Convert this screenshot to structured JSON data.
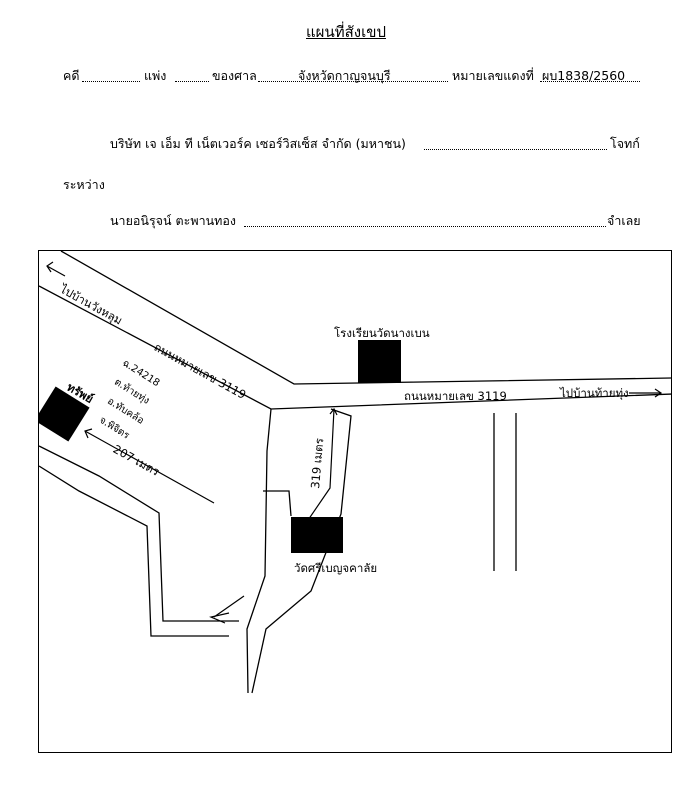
{
  "document": {
    "title": "แผนที่สังเขป",
    "case_line": {
      "case_label": "คดี",
      "civil_label": "แพ่ง",
      "court_label": "ของศาล",
      "court_value": "จังหวัดกาญจนบุรี",
      "red_number_label": "หมายเลขแดงที่",
      "red_number_value": "ผบ1838/2560"
    },
    "plaintiff": {
      "name": "บริษัท เจ เอ็ม ที เน็ตเวอร์ค เซอร์วิสเซ็ส จำกัด (มหาชน)",
      "role": "โจทก์"
    },
    "between_label": "ระหว่าง",
    "defendant": {
      "name": "นายอนิรุจน์ ตะพานทอง",
      "role": "จำเลย"
    }
  },
  "map": {
    "labels": {
      "to_wang_hum": "ไปบ้านวังหลุม",
      "road_diag": "ถนนหมายเลข 3119",
      "school": "โรงเรียนวัดนางเบน",
      "road_main": "ถนนหมายเลข 3119",
      "to_tai_thung": "ไปบ้านท้ายทุ่ง",
      "property": "ทรัพย์",
      "deed": "ฉ.24218",
      "subdistrict": "ต.ท้ายทุ่ง",
      "district": "อ.ทับคล้อ",
      "province": "จ.พิจิตร",
      "dist_207": "207 เมตร",
      "dist_319": "319 เมตร",
      "temple": "วัดศรีเบญจคาลัย"
    },
    "arrow_right": "→"
  }
}
